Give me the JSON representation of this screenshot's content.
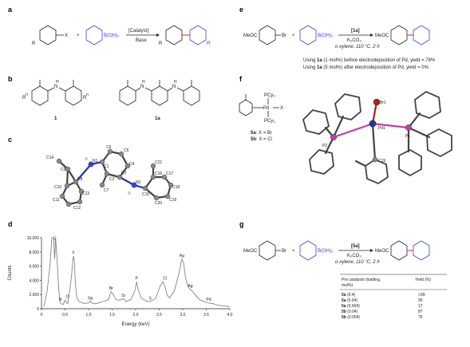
{
  "panels": {
    "a": {
      "label": "a",
      "r_left": "R",
      "x": "X",
      "plus": "+",
      "boh2": "B(OH)₂",
      "catalyst": "[Catalyst]",
      "base": "Base",
      "r_prod": "R",
      "r_prime": "R'"
    },
    "b": {
      "label": "b",
      "rn_left": "R",
      "rn_right": "R",
      "superscript_n": "n",
      "nh": "H",
      "n": "N",
      "compound1": "1",
      "compound1a": "1a"
    },
    "c": {
      "label": "c",
      "atoms": [
        "C14",
        "C9",
        "N1",
        "C6",
        "C5",
        "C8",
        "C1",
        "C4",
        "C10",
        "C2",
        "C3",
        "C21",
        "C13",
        "C16",
        "C17",
        "C7",
        "N2",
        "C15",
        "C11",
        "C12",
        "C18",
        "C20",
        "C19"
      ]
    },
    "d": {
      "label": "d",
      "ylabel": "Counts",
      "xlabel": "Energy (keV)",
      "peaks": [
        "C",
        "F",
        "N",
        "O",
        "Na",
        "Br",
        "Si",
        "P",
        "S",
        "Cl",
        "Ag",
        "Ag",
        "Pd"
      ]
    },
    "e": {
      "label": "e",
      "meoc": "MeOC",
      "br": "Br",
      "plus": "+",
      "boh2": "B(OH)₂",
      "cat": "[1a]",
      "base": "K₂CO₃",
      "cond": "o-xylene, 110 °C, 2 h",
      "meoc_prod": "MeOC",
      "note1_pre": "Using ",
      "note1_cmp": "1a",
      "note1_post": " (1 mol%) before electrodeposition of Pd, yield = 78%",
      "note2_pre": "Using ",
      "note2_cmp": "1a",
      "note2_post": " (5 mol%) after electrodeposition of Pd, yield = 0%"
    },
    "f": {
      "label": "f",
      "pcy3_top": "PCy₃",
      "pd": "Pd",
      "x": "X",
      "pcy3_bot": "PCy₃",
      "cmp5a": "5a",
      "cmp5a_text": ": X = Br",
      "cmp5b": "5b",
      "cmp5b_text": ": X = Cl",
      "br1": "Br1",
      "p2": "P2",
      "pd1": "Pd1",
      "p1": "P1",
      "c19": "C19"
    },
    "g": {
      "label": "g",
      "meoc": "MeOC",
      "br": "Br",
      "plus": "+",
      "boh2": "B(OH)₂",
      "cat": "[5a]",
      "base": "K₂CO₃",
      "cond": "o-xylene, 110 °C, 2 h",
      "meoc_prod": "MeOC",
      "table": {
        "header_cat": "Pre catalysts (loading,",
        "header_cat2": "mol%)",
        "header_yield": "Yield (%)",
        "rows": [
          {
            "cat": "5a",
            "load": " (0.4)",
            "yield": ">99"
          },
          {
            "cat": "5a",
            "load": " (0.04)",
            "yield": "95"
          },
          {
            "cat": "5a",
            "load": " (0.004)",
            "yield": "17"
          },
          {
            "cat": "5b",
            "load": " (0.04)",
            "yield": "87"
          },
          {
            "cat": "5b",
            "load": " (0.004)",
            "yield": "76"
          }
        ]
      }
    }
  },
  "chart_data": {
    "type": "line",
    "title": "",
    "xlabel": "Energy (keV)",
    "ylabel": "Counts",
    "xlim": [
      0,
      4.0
    ],
    "ylim": [
      0,
      10000
    ],
    "xticks": [
      "0",
      "0.5",
      "1.0",
      "1.5",
      "2.0",
      "2.5",
      "3.0",
      "3.5",
      "4.0"
    ],
    "yticks": [
      "0",
      "2,000",
      "4,000",
      "6,000",
      "8,000",
      "10,000"
    ],
    "series": [
      {
        "x": [
          0.05,
          0.12,
          0.18,
          0.22,
          0.26,
          0.28,
          0.3,
          0.33,
          0.36,
          0.39,
          0.42,
          0.46,
          0.5,
          0.53,
          0.56,
          0.6,
          0.64,
          0.66,
          0.68,
          0.7,
          0.72,
          0.75,
          0.8,
          0.9,
          1.0,
          1.04,
          1.08,
          1.15,
          1.25,
          1.35,
          1.42,
          1.48,
          1.52,
          1.58,
          1.66,
          1.74,
          1.8,
          1.9,
          1.98,
          2.02,
          2.06,
          2.12,
          2.22,
          2.31,
          2.36,
          2.42,
          2.52,
          2.58,
          2.62,
          2.67,
          2.72,
          2.82,
          2.92,
          2.98,
          3.02,
          3.06,
          3.12,
          3.16,
          3.2,
          3.26,
          3.35,
          3.45,
          3.55,
          3.65,
          3.75,
          3.85,
          4.0
        ],
        "y": [
          300,
          2500,
          6000,
          10000,
          10000,
          7000,
          10000,
          7000,
          3500,
          900,
          700,
          600,
          1200,
          900,
          700,
          2600,
          4800,
          6500,
          7400,
          6500,
          3500,
          1500,
          1000,
          750,
          800,
          1100,
          750,
          700,
          900,
          1100,
          1300,
          2400,
          2100,
          1300,
          1200,
          1400,
          1000,
          1300,
          2500,
          3800,
          2500,
          1500,
          1100,
          1000,
          1200,
          1400,
          3200,
          3800,
          3200,
          1900,
          1500,
          2500,
          5000,
          7000,
          6400,
          4300,
          3000,
          2700,
          2500,
          2000,
          1300,
          1000,
          800,
          700,
          500,
          400,
          300
        ]
      }
    ],
    "peak_labels": [
      {
        "label": "C",
        "x": 0.28,
        "y": 9600
      },
      {
        "label": "F",
        "x": 0.68,
        "y": 7600
      },
      {
        "label": "N",
        "x": 0.4,
        "y": 1000
      },
      {
        "label": "O",
        "x": 0.55,
        "y": 1400
      },
      {
        "label": "Na",
        "x": 1.04,
        "y": 1200
      },
      {
        "label": "Br",
        "x": 1.48,
        "y": 2600
      },
      {
        "label": "Si",
        "x": 1.74,
        "y": 1600
      },
      {
        "label": "P",
        "x": 2.02,
        "y": 4000
      },
      {
        "label": "S",
        "x": 2.31,
        "y": 1200
      },
      {
        "label": "Cl",
        "x": 2.62,
        "y": 4000
      },
      {
        "label": "Ag",
        "x": 2.98,
        "y": 7200
      },
      {
        "label": "Ag",
        "x": 3.16,
        "y": 2900
      },
      {
        "label": "Pd",
        "x": 3.55,
        "y": 1000
      }
    ]
  }
}
